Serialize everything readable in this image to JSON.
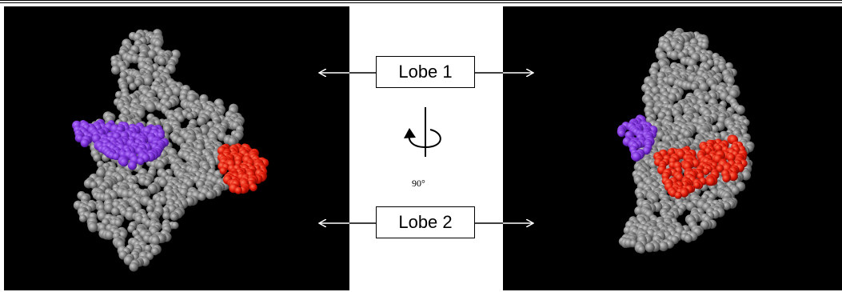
{
  "labels": {
    "lobe1": "Lobe 1",
    "lobe2": "Lobe 2",
    "rotation_angle": "90°"
  },
  "colors": {
    "background_panel": "#000000",
    "protein": "#8a8a8a",
    "purple_region": "#7b2fd6",
    "red_region": "#e01808"
  },
  "icons": {
    "rotation": "curved-rotation-arrow-icon"
  }
}
